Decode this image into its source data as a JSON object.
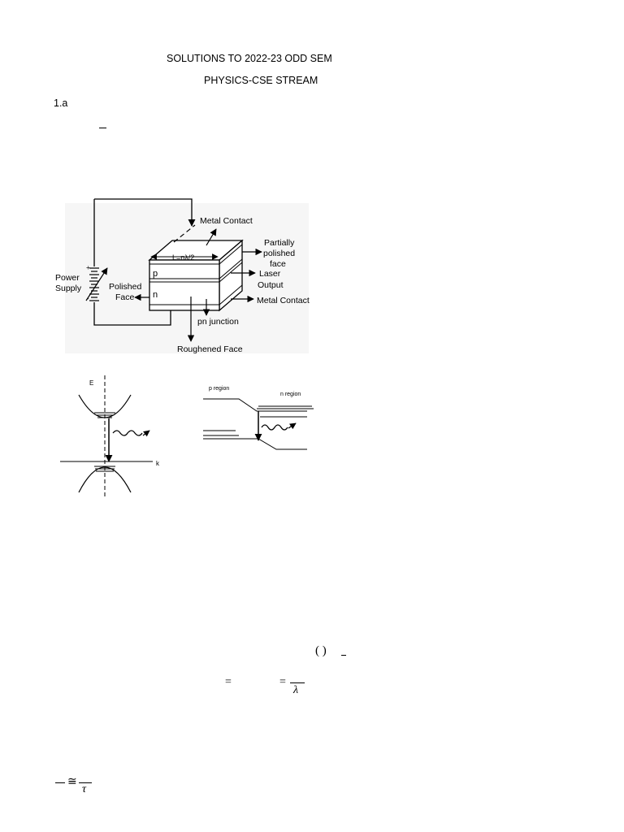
{
  "document": {
    "title": "SOLUTIONS TO 2022-23 ODD SEM",
    "subtitle": "PHYSICS-CSE STREAM",
    "question_label": "1.a"
  },
  "laser_diagram": {
    "labels": {
      "metal_contact_top": "Metal Contact",
      "partially_polished": [
        "Partially",
        "polished",
        "face"
      ],
      "length": "L=nλ/2",
      "laser_output": [
        "Laser",
        "Output"
      ],
      "power_supply": [
        "Power",
        "Supply"
      ],
      "polished_face": [
        "Polished",
        "Face"
      ],
      "p_layer": "p",
      "n_layer": "n",
      "metal_contact_bottom": "Metal Contact",
      "pn_junction": "pn junction",
      "roughened_face": "Roughened Face",
      "plus": "+",
      "minus": "-"
    }
  },
  "band_diagram": {
    "e_axis": "E",
    "k_axis": "k"
  },
  "junction_diagram": {
    "p_region": "p region",
    "n_region": "n region"
  },
  "equations": {
    "eq1_paren": "(     )",
    "eq2_eq_a": "=",
    "eq2_eq_b": "=",
    "eq2_lambda": "λ",
    "eq3_approx": "≅",
    "eq3_tau": "τ"
  }
}
